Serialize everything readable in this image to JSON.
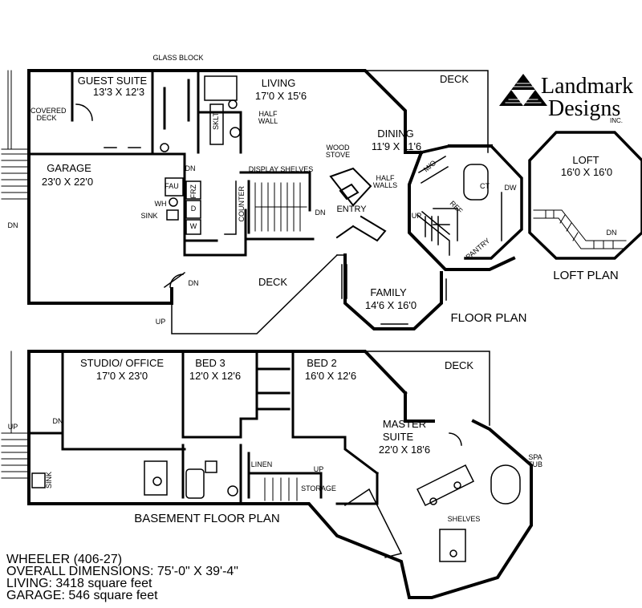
{
  "logo": {
    "line1": "Landmark",
    "line2": "Designs",
    "suffix": "INC."
  },
  "titles": {
    "floor_plan": "FLOOR PLAN",
    "loft_plan": "LOFT PLAN",
    "basement_plan": "BASEMENT FLOOR PLAN"
  },
  "main_floor": {
    "guest_suite": {
      "name": "GUEST SUITE",
      "size": "13'3 X 12'3"
    },
    "living": {
      "name": "LIVING",
      "size": "17'0 X 15'6"
    },
    "dining": {
      "name": "DINING",
      "size": "11'9 X 11'6"
    },
    "garage": {
      "name": "GARAGE",
      "size": "23'0 X 22'0"
    },
    "family": {
      "name": "FAMILY",
      "size": "14'6 X 16'0"
    },
    "deck_top": "DECK",
    "deck_bottom": "DECK",
    "covered_deck": "COVERED DECK",
    "glass_block": "GLASS BLOCK",
    "sklt": "SKLT",
    "half_wall": "HALF WALL",
    "wood_stove": "WOOD STOVE",
    "half_walls": "HALF WALLS",
    "entry": "ENTRY",
    "display_shelves": "DISPLAY SHELVES",
    "counter": "COUNTER",
    "fau": "FAU",
    "wh": "WH",
    "sink": "SINK",
    "frz": "FRZ",
    "d": "D",
    "w": "W",
    "mo": "M/O",
    "ref": "REF",
    "pantry": "PANTRY",
    "ct": "CT",
    "dw": "DW",
    "dn_left": "DN",
    "dn_garage": "DN",
    "dn_stairs": "DN",
    "dn_deck": "DN",
    "up_deck": "UP",
    "up_kitchen": "UP"
  },
  "loft": {
    "name": "LOFT",
    "size": "16'0 X 16'0",
    "dn": "DN"
  },
  "basement": {
    "studio": {
      "name": "STUDIO/ OFFICE",
      "size": "17'0 X 23'0"
    },
    "bed3": {
      "name": "BED 3",
      "size": "12'0 X 12'6"
    },
    "bed2": {
      "name": "BED 2",
      "size": "16'0 X 12'6"
    },
    "master": {
      "name": "MASTER",
      "name2": "SUITE",
      "size": "22'0 X 18'6"
    },
    "deck": "DECK",
    "spa_tub": "SPA TUB",
    "linen": "LINEN",
    "storage": "STORAGE",
    "shelves": "SHELVES",
    "sink": "SINK",
    "up_left": "UP",
    "dn_left": "DN",
    "up_stairs": "UP"
  },
  "info": {
    "line1": "WHEELER (406-27)",
    "line2": "OVERALL DIMENSIONS: 75'-0\" X 39'-4\"",
    "line3": "LIVING: 3418 square feet",
    "line4": "GARAGE: 546 square feet"
  }
}
